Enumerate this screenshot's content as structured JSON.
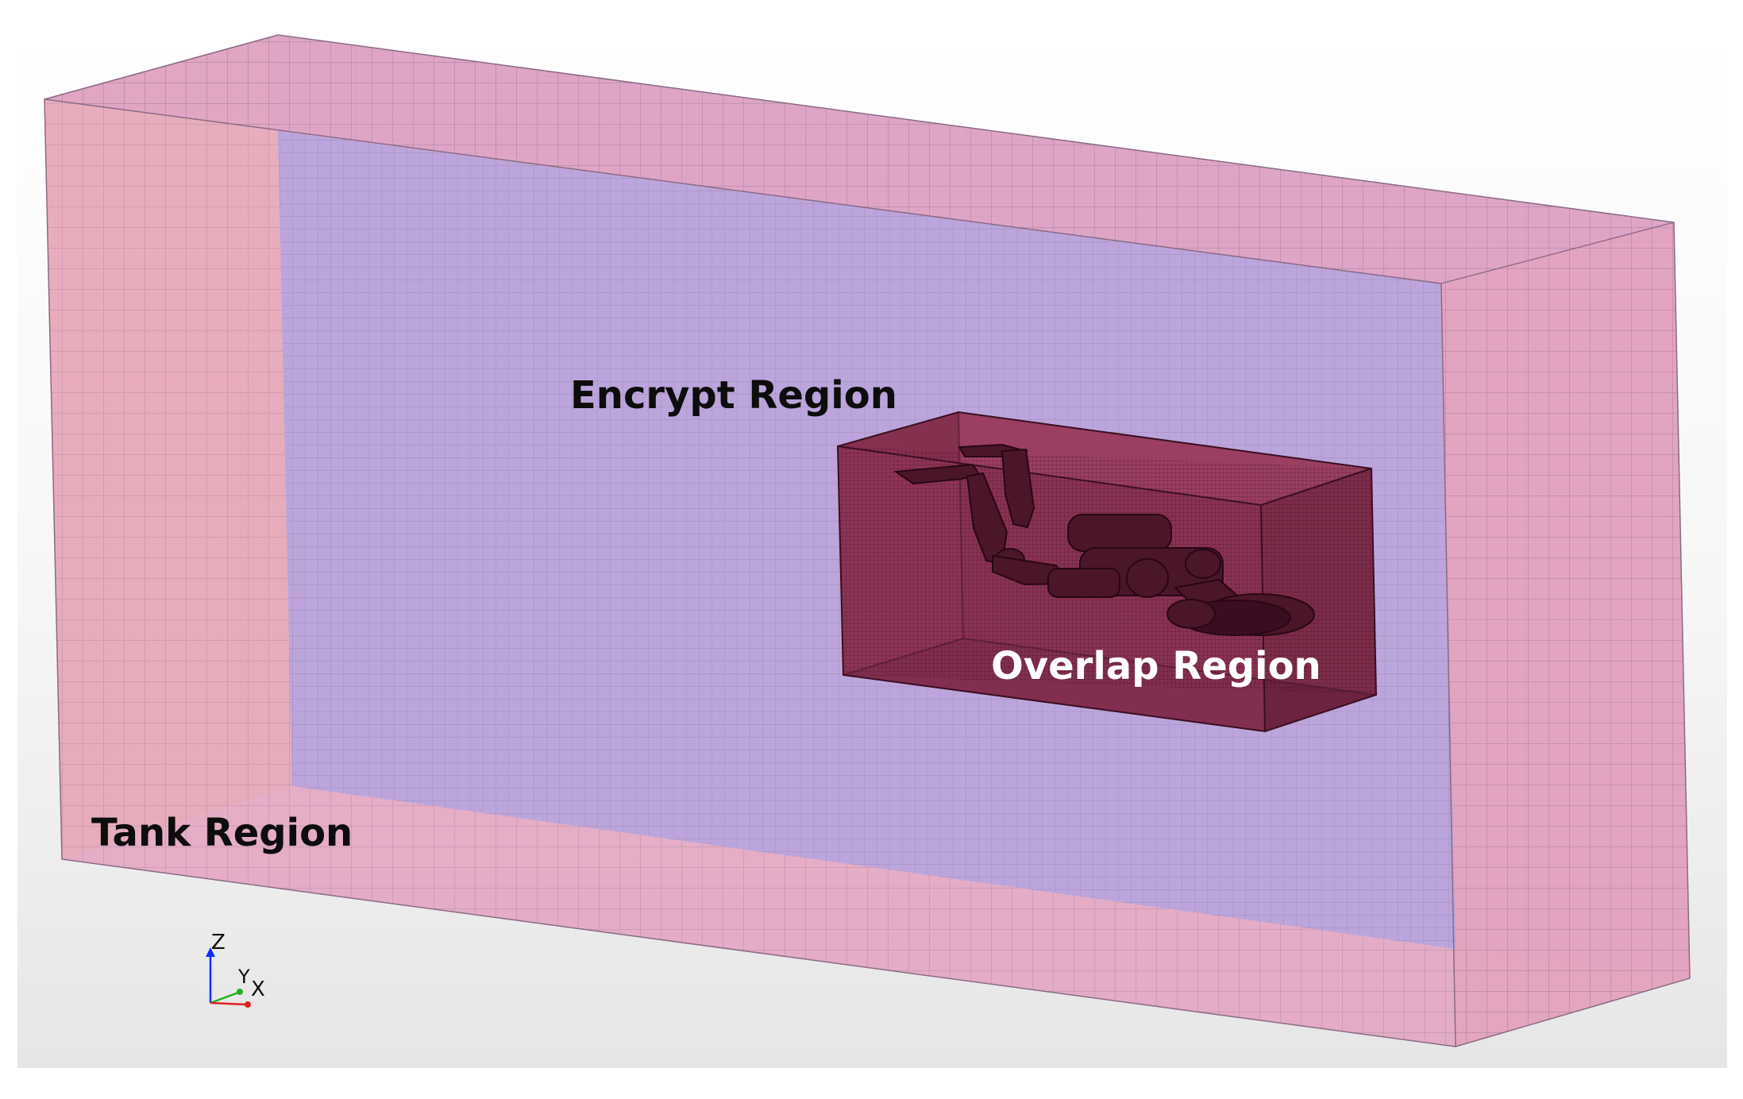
{
  "labels": {
    "encrypt": "Encrypt Region",
    "overlap": "Overlap Region",
    "tank": "Tank Region"
  },
  "axes_triad": {
    "z": "Z",
    "y": "Y",
    "x": "X"
  },
  "colors": {
    "background_top": "#ffffff",
    "background_bottom": "#e9e9e9",
    "tank_fill": "#e1a3c3",
    "tank_side_fill": "#e8a8a8",
    "encrypt_fill": "#a8a8e2",
    "overlap_fill": "#8c3555",
    "overlap_dark": "#5a1c32",
    "mesh_line": "#7a6a80",
    "label_dark": "#0d0d0d",
    "label_light": "#ffffff",
    "axis_z": "#1030ff",
    "axis_y": "#20b020",
    "axis_x": "#e02020"
  }
}
